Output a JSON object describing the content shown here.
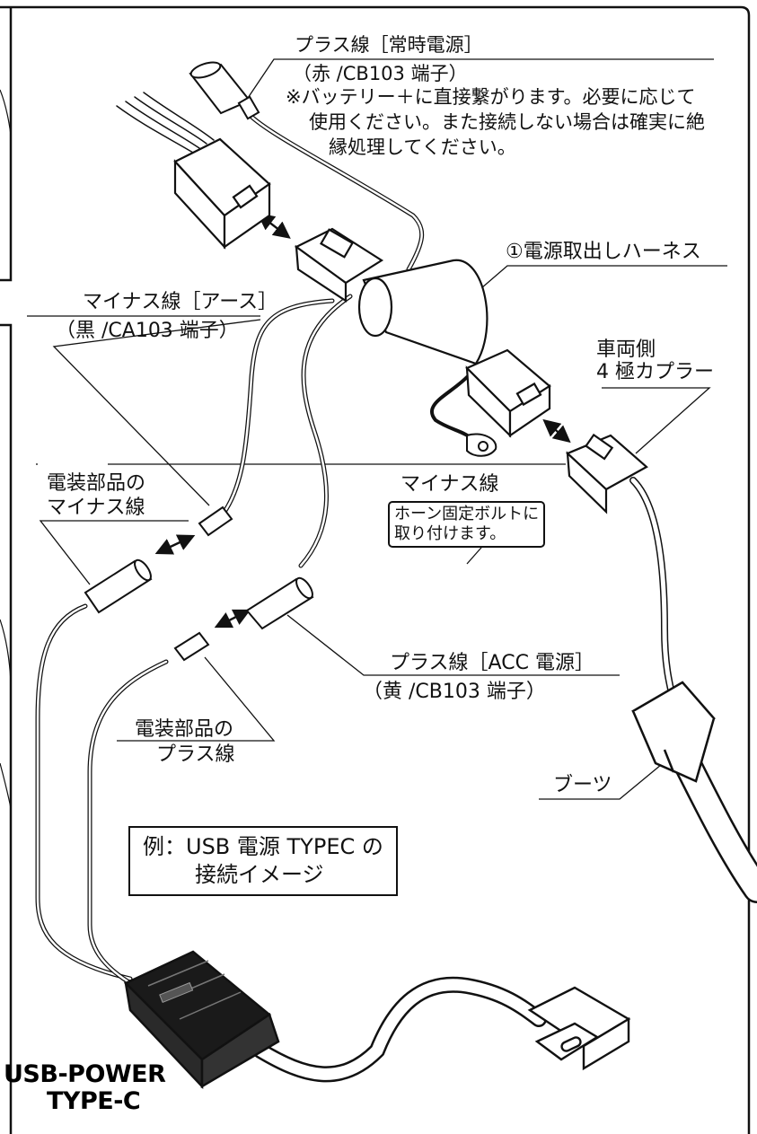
{
  "labels": {
    "plus_constant": {
      "title": "プラス線［常時電源］",
      "terminal": "（赤 /CB103 端子）",
      "note_1": "※バッテリー＋に直接繋がります。必要に応じて",
      "note_2": "使用ください。また接続しない場合は確実に絶",
      "note_3": "縁処理してください。"
    },
    "harness": "①電源取出しハーネス",
    "minus_ground": {
      "title": "マイナス線［アース］",
      "terminal": "（黒 /CA103 端子）"
    },
    "vehicle_coupler": {
      "line_1": "車両側",
      "line_2": "4 極カプラー"
    },
    "accessory_minus": {
      "line_1": "電装部品の",
      "line_2": "マイナス線"
    },
    "minus_line": {
      "title": "マイナス線",
      "note_1": "ホーン固定ボルトに",
      "note_2": "取り付けます。"
    },
    "plus_acc": {
      "title": "プラス線［ACC 電源］",
      "terminal": "（黄 /CB103 端子）"
    },
    "accessory_plus": {
      "line_1": "電装部品の",
      "line_2": "プラス線"
    },
    "boot": "ブーツ",
    "example": {
      "line_1": "例：USB 電源 TYPEC の",
      "line_2": "接続イメージ"
    },
    "product": {
      "line_1": "USB-POWER",
      "line_2": "TYPE-C"
    }
  },
  "colors": {
    "ink": "#111111",
    "paper": "#ffffff",
    "gray": "#cfcfcf",
    "dark": "#1a1a1a"
  }
}
